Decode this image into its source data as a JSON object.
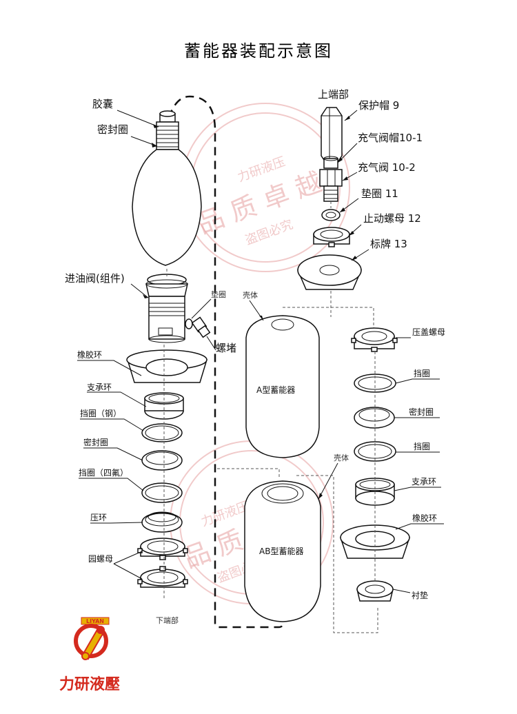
{
  "title": "蓄能器装配示意图",
  "left_labels": {
    "bladder": "胶囊",
    "seal_ring_top": "密封圈",
    "oil_valve": "进油阀(组件)",
    "gasket_small": "垫圈",
    "plug": "螺堵",
    "rubber_ring": "橡胶环",
    "support_ring": "支承环",
    "retainer_steel": "挡圈（钢）",
    "seal_ring": "密封圈",
    "retainer_ptfe": "挡圈（四氟）",
    "press_ring": "压环",
    "round_nut": "园螺母",
    "bottom_end": "下端部"
  },
  "right_top_labels": {
    "top_end": "上端部",
    "cap": "保护帽 9",
    "valve_cap": "充气阀帽10-1",
    "charge_valve": "充气阀 10-2",
    "washer": "垫圈 11",
    "lock_nut": "止动螺母 12",
    "nameplate": "标牌 13"
  },
  "shell_labels": {
    "shell_a": "壳体",
    "a_type": "A型蓄能器",
    "shell_ab": "壳体",
    "ab_type": "AB型蓄能器"
  },
  "right_labels": {
    "gland_nut": "压盖螺母",
    "retainer_1": "挡圈",
    "seal_ring": "密封圈",
    "retainer_2": "挡圈",
    "support_ring": "支承环",
    "rubber_ring": "橡胶环",
    "liner": "衬垫"
  },
  "watermark": {
    "line1": "力研液压",
    "line2": "品 质 卓 越",
    "line3": "盗图必究"
  },
  "logo": {
    "badge": "LIYAN",
    "name": "力研液壓"
  },
  "colors": {
    "logo_red": "#d42a1e",
    "logo_gold": "#e8b000",
    "watermark": "#e8a7a7"
  }
}
